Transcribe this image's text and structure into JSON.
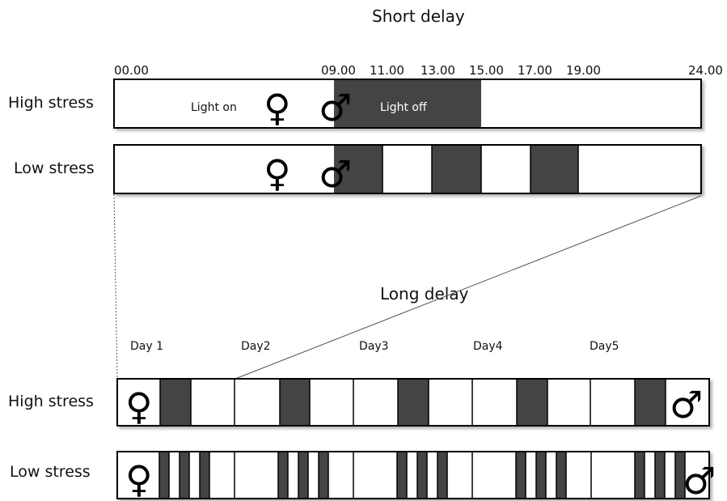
{
  "short_delay": {
    "title": "Short delay",
    "ticks": [
      "00.00",
      "09.00",
      "11.00",
      "13.00",
      "15.00",
      "17.00",
      "19.00",
      "24.00"
    ],
    "rows": {
      "high": {
        "label": "High stress",
        "light_on": "Light on",
        "light_off": "Light off"
      },
      "low": {
        "label": "Low stress"
      }
    }
  },
  "long_delay": {
    "title": "Long delay",
    "days": [
      "Day 1",
      "Day2",
      "Day3",
      "Day4",
      "Day5"
    ],
    "rows": {
      "high": {
        "label": "High stress"
      },
      "low": {
        "label": "Low stress"
      }
    }
  },
  "symbols": {
    "female": "♀",
    "male": "♂"
  },
  "colors": {
    "dark": "#444444",
    "light": "#ffffff",
    "border": "#000000"
  }
}
